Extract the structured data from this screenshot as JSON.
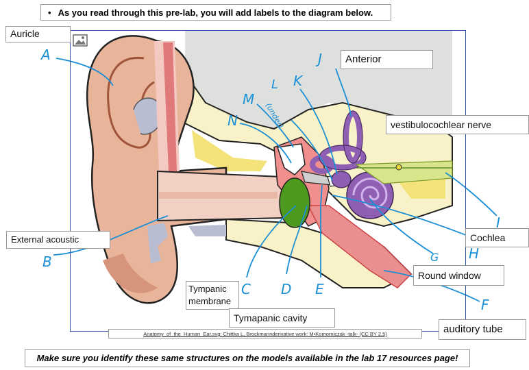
{
  "banner": {
    "bullet": "•",
    "text": "As you read through this pre-lab, you will add labels to the diagram below."
  },
  "labels": {
    "auricle": "Auricle",
    "anterior": "Anterior",
    "vestibulocochlear": "vestibulocochlear nerve",
    "external_acoustic": "External acoustic",
    "cochlea": "Cochlea",
    "round_window": "Round window",
    "tympanic_membrane": "Tympanic membrane",
    "tympanic_cavity": "Tymapanic cavity",
    "auditory_tube": "auditory tube"
  },
  "letters": {
    "A": "A",
    "B": "B",
    "C": "C",
    "D": "D",
    "E": "E",
    "F": "F",
    "G": "G",
    "H": "H",
    "I": "I",
    "J": "J",
    "K": "K",
    "L": "L",
    "L_note": "(under)",
    "M": "M",
    "N": "N"
  },
  "credit": "Anatomy_of_the_Human_Ear.svg: Chittka L, Brockmannderivative work: M•Komorniczak -talk- (CC BY 2.5)",
  "footer": "Make sure you identify these same structures on the models available in the lab 17 resources page!",
  "colors": {
    "annotation_ink": "#1b8fd6",
    "skin": "#e8b59a",
    "bone": "#f7f0c0",
    "inner_ear": "#8f5fb3",
    "eardrum": "#4e9a1e"
  }
}
